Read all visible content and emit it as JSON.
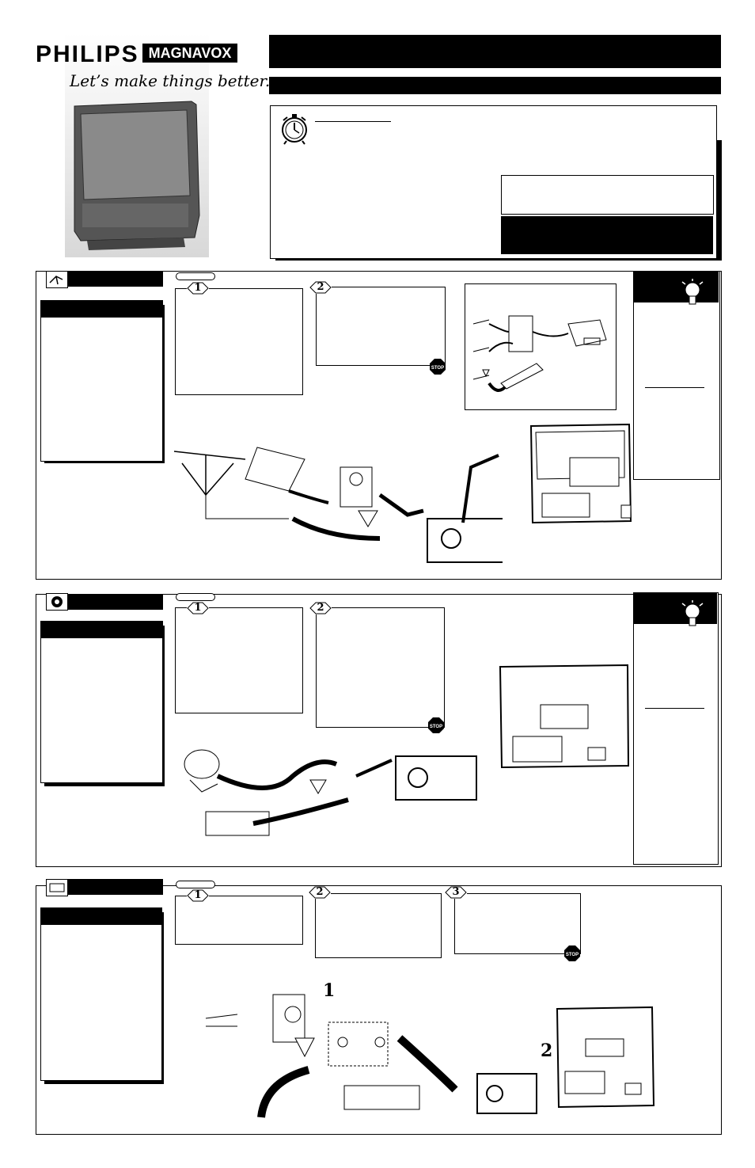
{
  "header": {
    "brand": "PHILIPS",
    "brand_secondary": "MAGNAVOX",
    "tagline": "Let’s make things better."
  },
  "sections": [
    {
      "steps": [
        "1",
        "2"
      ],
      "has_stop": true
    },
    {
      "steps": [
        "1",
        "2"
      ],
      "has_stop": true
    },
    {
      "steps": [
        "1",
        "2",
        "3"
      ],
      "has_stop": true,
      "callouts": [
        "1",
        "2"
      ]
    }
  ],
  "stop_label": "STOP",
  "icons": [
    "stopwatch-icon",
    "lightbulb-icon",
    "antenna-icon",
    "cable-icon",
    "vcr-icon"
  ]
}
